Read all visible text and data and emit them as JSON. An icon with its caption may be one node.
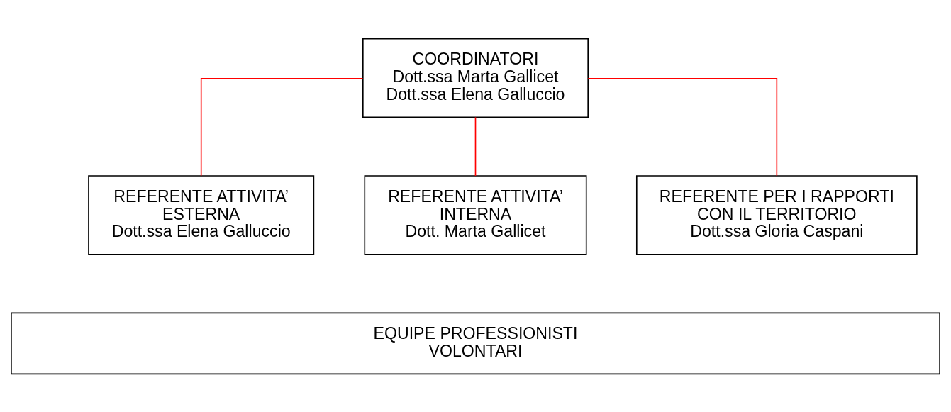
{
  "diagram": {
    "nodes": [
      {
        "text": [
          "COORDINATORI",
          "Dott.ssa Marta Gallicet",
          "Dott.ssa Elena Galluccio"
        ]
      },
      {
        "text": [
          "REFERENTE ATTIVITA’ ESTERNA",
          "Dott.ssa Elena Galluccio"
        ]
      },
      {
        "text": [
          "REFERENTE ATTIVITA’ INTERNA",
          "Dott. Marta Gallicet"
        ]
      },
      {
        "text": [
          "REFERENTE PER I RAPPORTI CON IL TERRITORIO",
          "Dott.ssa Gloria Caspani"
        ]
      },
      {
        "text": [
          "EQUIPE PROFESSIONISTI",
          "VOLONTARI"
        ]
      }
    ],
    "edges": [
      {
        "from": 0,
        "to": 1,
        "arrow": "none",
        "color": "#ff0000"
      },
      {
        "from": 0,
        "to": 2,
        "arrow": "none",
        "color": "#ff0000"
      },
      {
        "from": 0,
        "to": 3,
        "arrow": "none",
        "color": "#ff0000"
      }
    ]
  }
}
